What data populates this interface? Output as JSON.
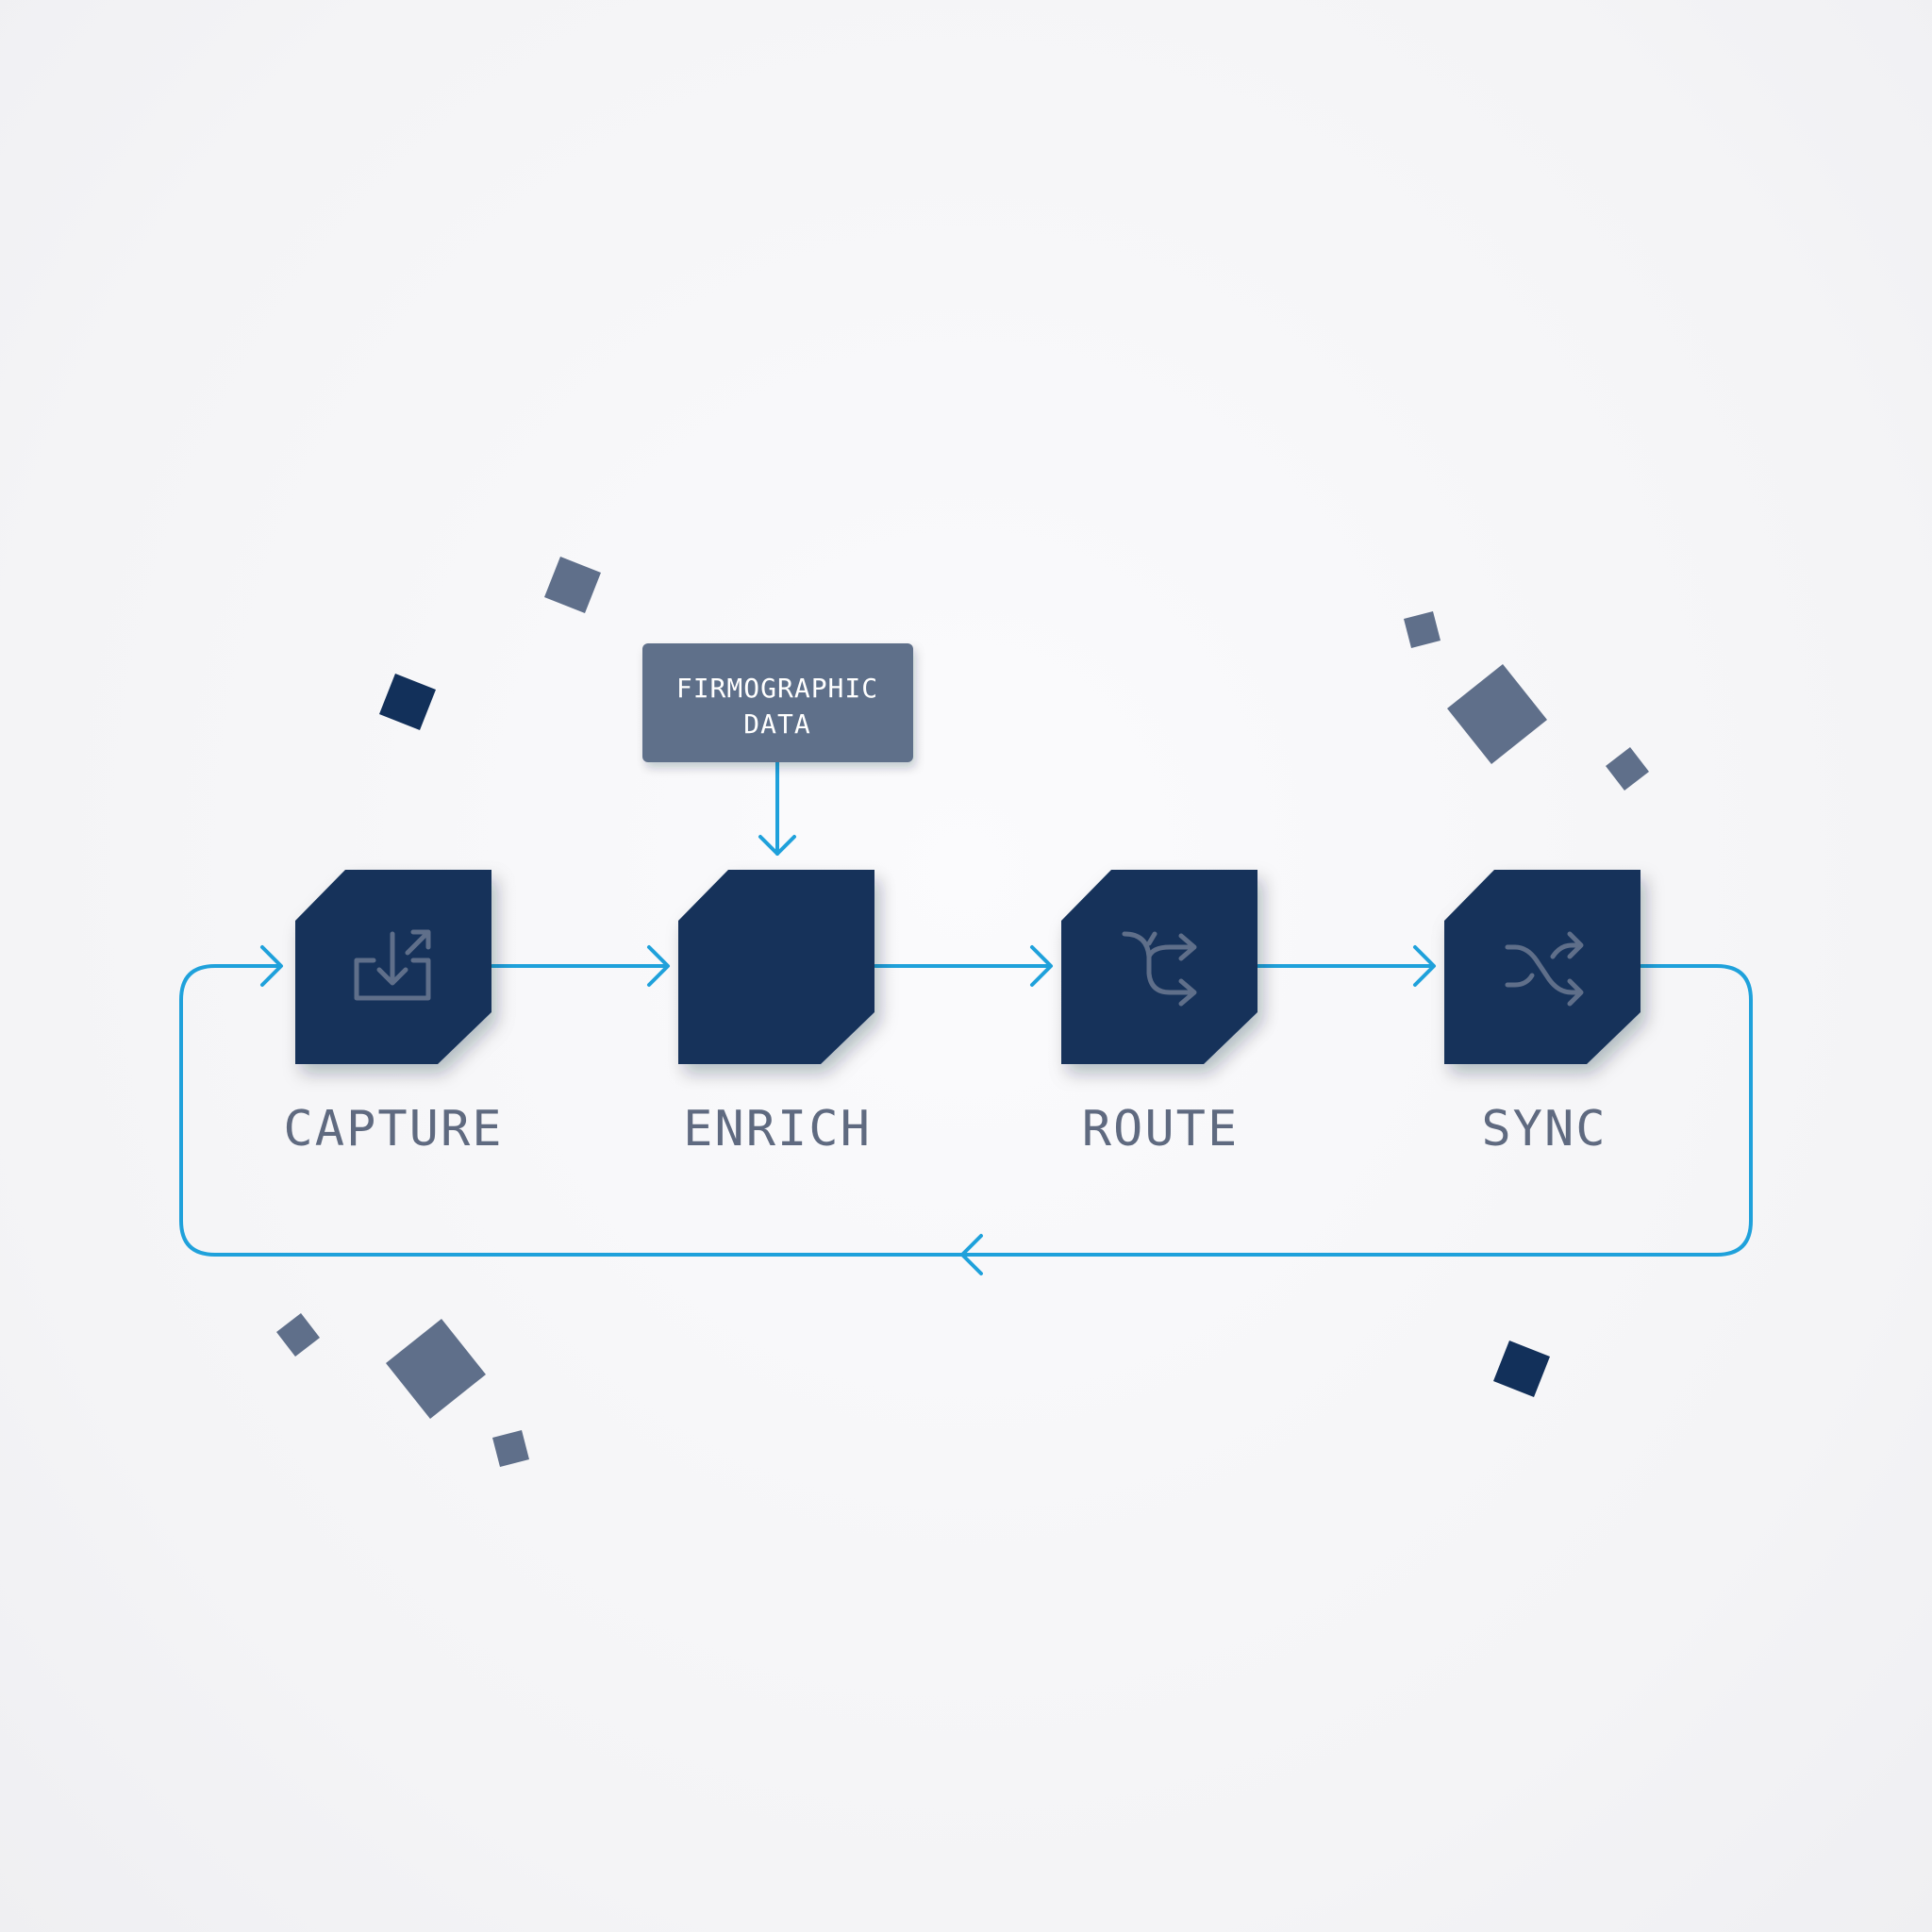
{
  "colors": {
    "background": "#f4f4f6",
    "node_fill": "#12305a",
    "source_fill": "#5f6f8a",
    "flow_line": "#1fa1db",
    "label_text": "#5f6a80",
    "icon_stroke": "#5f6f8a",
    "confetti_dark": "#12305a",
    "confetti_light": "#5f6f8a"
  },
  "source": {
    "line1": "FIRMOGRAPHIC",
    "line2": "DATA",
    "target": "enrich"
  },
  "nodes": [
    {
      "id": "capture",
      "label": "CAPTURE",
      "icon": "inbox-arrow-icon"
    },
    {
      "id": "enrich",
      "label": "ENRICH",
      "icon": ""
    },
    {
      "id": "route",
      "label": "ROUTE",
      "icon": "split-arrows-icon"
    },
    {
      "id": "sync",
      "label": "SYNC",
      "icon": "shuffle-icon"
    }
  ],
  "edges": [
    {
      "from": "capture",
      "to": "enrich"
    },
    {
      "from": "enrich",
      "to": "route"
    },
    {
      "from": "route",
      "to": "sync"
    },
    {
      "from": "sync",
      "to": "capture",
      "type": "loop-back"
    }
  ]
}
